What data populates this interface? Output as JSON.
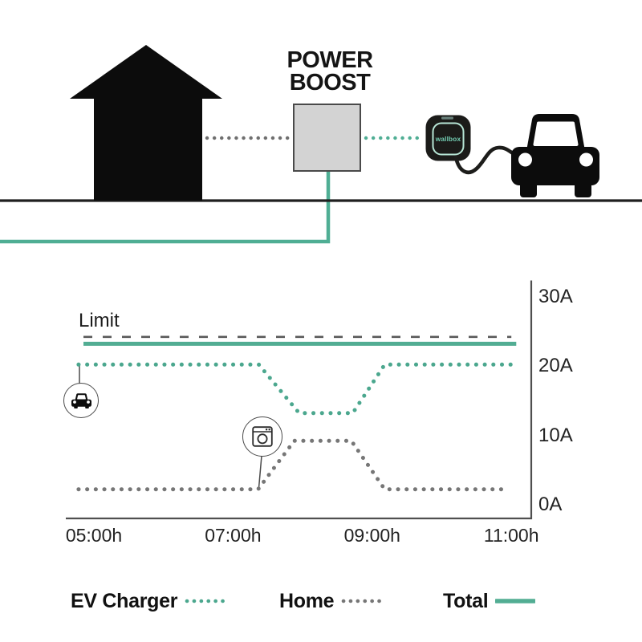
{
  "illustration": {
    "title_line1": "POWER",
    "title_line2": "BOOST",
    "device_label": "wallbox",
    "icons": [
      "house-icon",
      "meter-box",
      "wallbox-charger-icon",
      "car-icon"
    ]
  },
  "chart_data": {
    "type": "line",
    "title": "",
    "xlabel": "",
    "ylabel": "",
    "limit_label": "Limit",
    "grid": false,
    "legend_position": "bottom",
    "xlim": [
      4.6,
      11.35
    ],
    "ylim": [
      0,
      32
    ],
    "x_ticks": [
      {
        "t": 5,
        "label": "05:00h"
      },
      {
        "t": 7,
        "label": "07:00h"
      },
      {
        "t": 9,
        "label": "09:00h"
      },
      {
        "t": 11,
        "label": "11:00h"
      }
    ],
    "y_ticks": [
      {
        "v": 30,
        "label": "30A"
      },
      {
        "v": 20,
        "label": "20A"
      },
      {
        "v": 10,
        "label": "10A"
      },
      {
        "v": 0,
        "label": "0A"
      }
    ],
    "series": [
      {
        "name": "Limit",
        "style": "dashed",
        "color": "#595959",
        "width": 2.6,
        "points": [
          [
            4.85,
            24
          ],
          [
            11.0,
            24
          ]
        ]
      },
      {
        "name": "Total",
        "style": "solid",
        "color": "#52ad93",
        "width": 5,
        "points": [
          [
            4.85,
            23
          ],
          [
            11.07,
            23
          ]
        ]
      },
      {
        "name": "EV Charger",
        "style": "dotted",
        "color": "#4ba78e",
        "width": 5,
        "points": [
          [
            4.78,
            20
          ],
          [
            7.37,
            20
          ],
          [
            7.95,
            13
          ],
          [
            8.72,
            13
          ],
          [
            9.18,
            20
          ],
          [
            11.05,
            20
          ]
        ]
      },
      {
        "name": "Home",
        "style": "dotted",
        "color": "#767676",
        "width": 5,
        "points": [
          [
            4.78,
            2
          ],
          [
            7.36,
            2
          ],
          [
            7.88,
            9
          ],
          [
            8.7,
            9
          ],
          [
            9.18,
            2
          ],
          [
            10.86,
            2
          ]
        ]
      }
    ],
    "markers": [
      {
        "icon": "car-icon",
        "series": "EV Charger"
      },
      {
        "icon": "washing-machine-icon",
        "series": "Home"
      }
    ]
  },
  "legend": {
    "items": [
      {
        "label": "EV Charger",
        "swatch": "dots",
        "color": "#4ba78e"
      },
      {
        "label": "Home",
        "swatch": "dots",
        "color": "#767676"
      },
      {
        "label": "Total",
        "swatch": "line",
        "color": "#52ad93"
      }
    ]
  },
  "colors": {
    "teal": "#4fae94",
    "teal_ring": "#b7e6d6",
    "teal_text": "#74cfb4",
    "dark": "#1d1d1b",
    "box_fill": "#d3d3d3",
    "box_border": "#4a4a4a",
    "axis_gray": "#4f4f4f",
    "connector_gray": "#6f6f6f"
  }
}
